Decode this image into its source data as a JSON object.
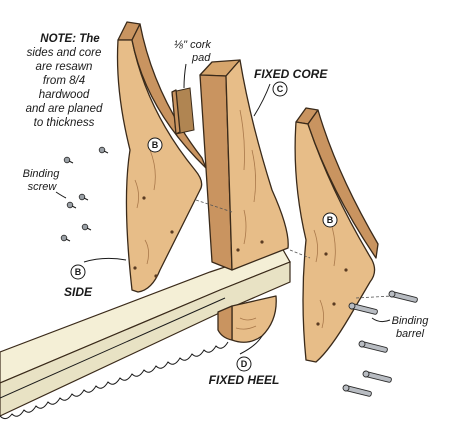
{
  "note": {
    "lines": [
      "NOTE: The",
      "sides and core",
      "are resawn",
      "from 8/4",
      "hardwood",
      "and are planed",
      "to thickness"
    ]
  },
  "labels": {
    "cork_pad_line1": "⅛\" cork",
    "cork_pad_line2": "pad",
    "fixed_core": "FIXED CORE",
    "binding_screw_line1": "Binding",
    "binding_screw_line2": "screw",
    "side": "SIDE",
    "fixed_heel": "FIXED HEEL",
    "binding_barrel_line1": "Binding",
    "binding_barrel_line2": "barrel"
  },
  "tags": {
    "side_left": "B",
    "side_right": "B",
    "side_callout": "B",
    "core": "C",
    "heel": "D"
  },
  "colors": {
    "wood": "#e7bd88",
    "wood_shade": "#c99460",
    "saw_bar": "#f4efd6",
    "hardware": "#b8bcc2"
  }
}
